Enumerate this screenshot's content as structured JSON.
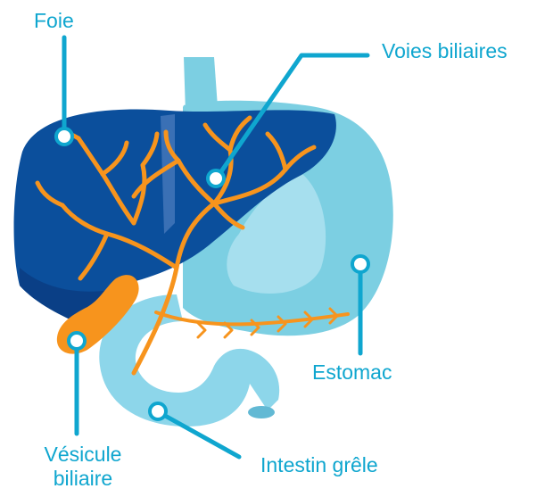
{
  "labels": {
    "foie": "Foie",
    "voies_biliaires": "Voies biliaires",
    "estomac": "Estomac",
    "intestin_grele": "Intestin grêle",
    "vesicule_line1": "Vésicule",
    "vesicule_line2": "biliaire"
  },
  "colors": {
    "label": "#0fa6cf",
    "leader_line": "#0fa6cf",
    "liver": "#0b4f9c",
    "liver_dark": "#0a3f86",
    "stomach": "#7ccfe2",
    "stomach_light": "#a6dfee",
    "intestine": "#8dd6ea",
    "bile_ducts": "#f7941d",
    "gallbladder": "#f7941d"
  }
}
